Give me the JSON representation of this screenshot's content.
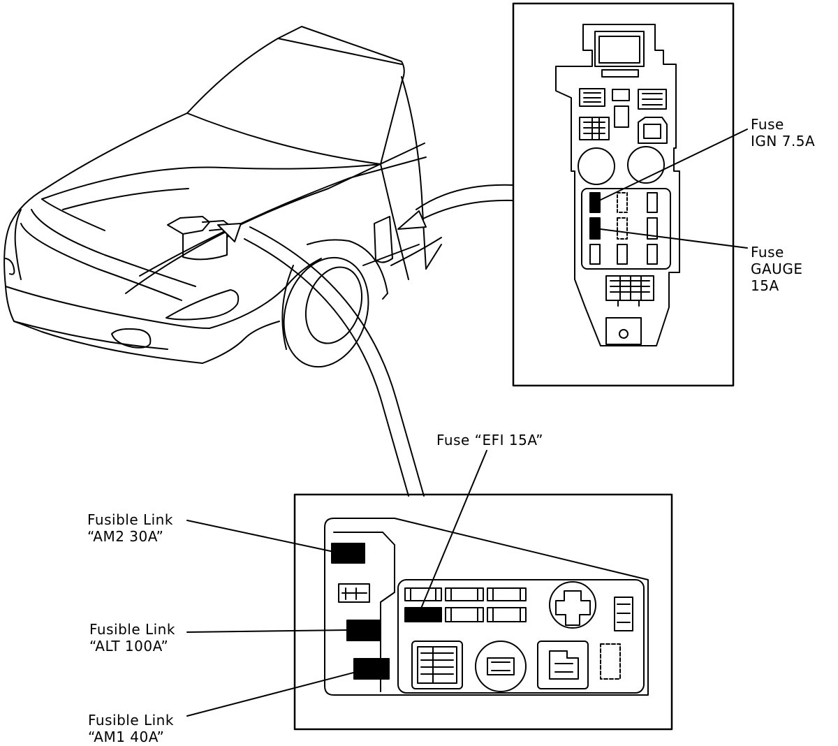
{
  "labels": {
    "fuse_ign": {
      "line1": "Fuse",
      "line2": "IGN 7.5A"
    },
    "fuse_gauge": {
      "line1": "Fuse",
      "line2": "GAUGE",
      "line3": "15A"
    },
    "fuse_efi": {
      "text": "Fuse “EFI 15A”"
    },
    "link_am2": {
      "line1": "Fusible Link",
      "line2": "“AM2 30A”"
    },
    "link_alt": {
      "line1": "Fusible Link",
      "line2": "“ALT 100A”"
    },
    "link_am1": {
      "line1": "Fusible Link",
      "line2": "“AM1 40A”"
    }
  },
  "colors": {
    "ink": "#000000",
    "paper": "#ffffff"
  }
}
